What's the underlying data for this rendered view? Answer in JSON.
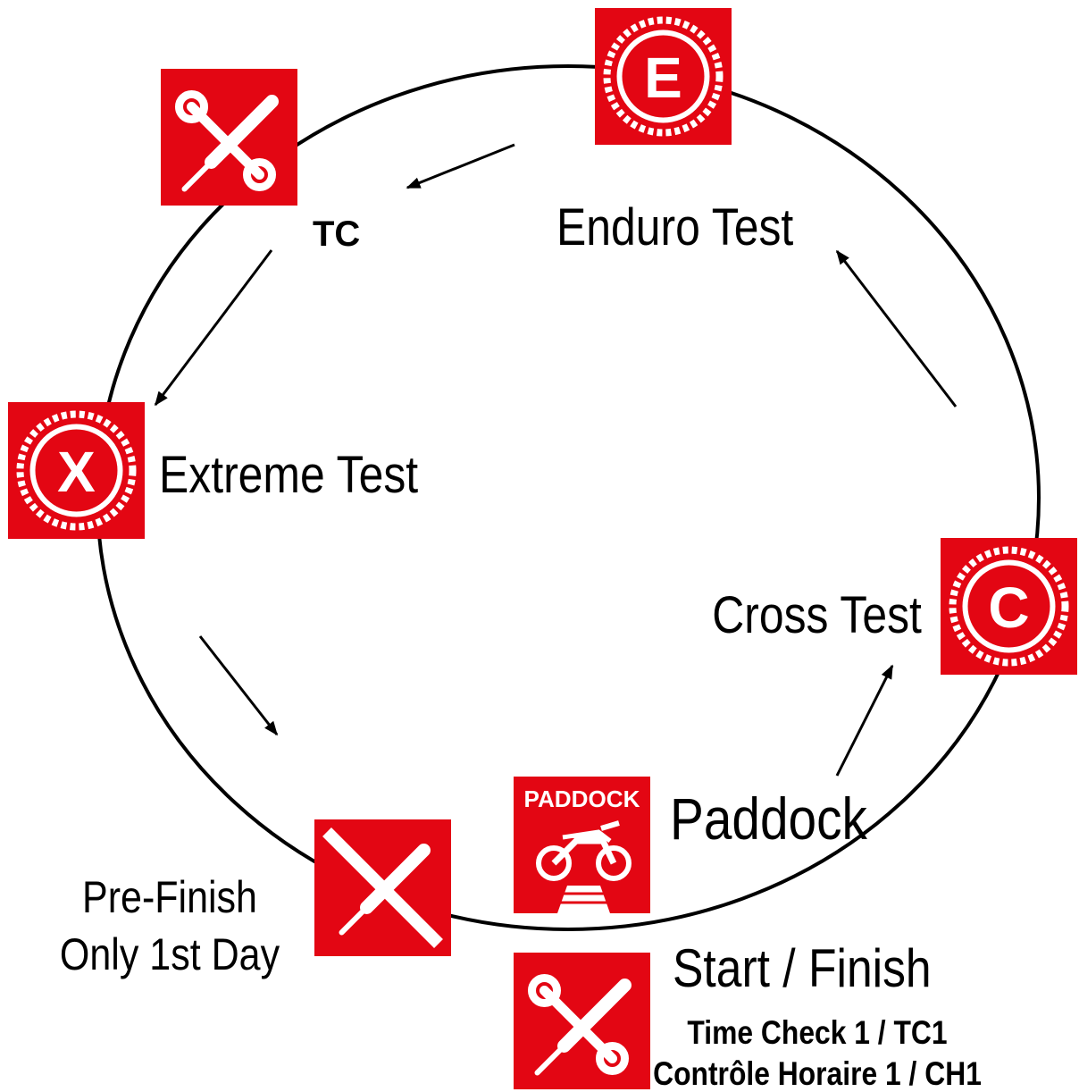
{
  "colors": {
    "brand_red": "#e30613",
    "line": "#000000",
    "icon_white": "#ffffff"
  },
  "stations": {
    "tc": {
      "label": "TC",
      "icon": "tools-icon"
    },
    "enduro": {
      "label": "Enduro Test",
      "badge_letter": "E",
      "icon": "enduro-test-badge-icon"
    },
    "extreme": {
      "label": "Extreme Test",
      "badge_letter": "X",
      "icon": "extreme-test-badge-icon"
    },
    "cross": {
      "label": "Cross Test",
      "badge_letter": "C",
      "icon": "cross-test-badge-icon"
    },
    "paddock": {
      "label": "Paddock",
      "sign_text": "PADDOCK",
      "icon": "paddock-motorbike-icon"
    },
    "prefinish": {
      "label_line1": "Pre-Finish",
      "label_line2": "Only 1st Day",
      "icon": "crossed-tools-icon"
    },
    "start": {
      "label": "Start / Finish",
      "sub1": "Time Check 1 / TC1",
      "sub2": "Contrôle Horaire 1 / CH1",
      "icon": "tools-icon"
    }
  }
}
